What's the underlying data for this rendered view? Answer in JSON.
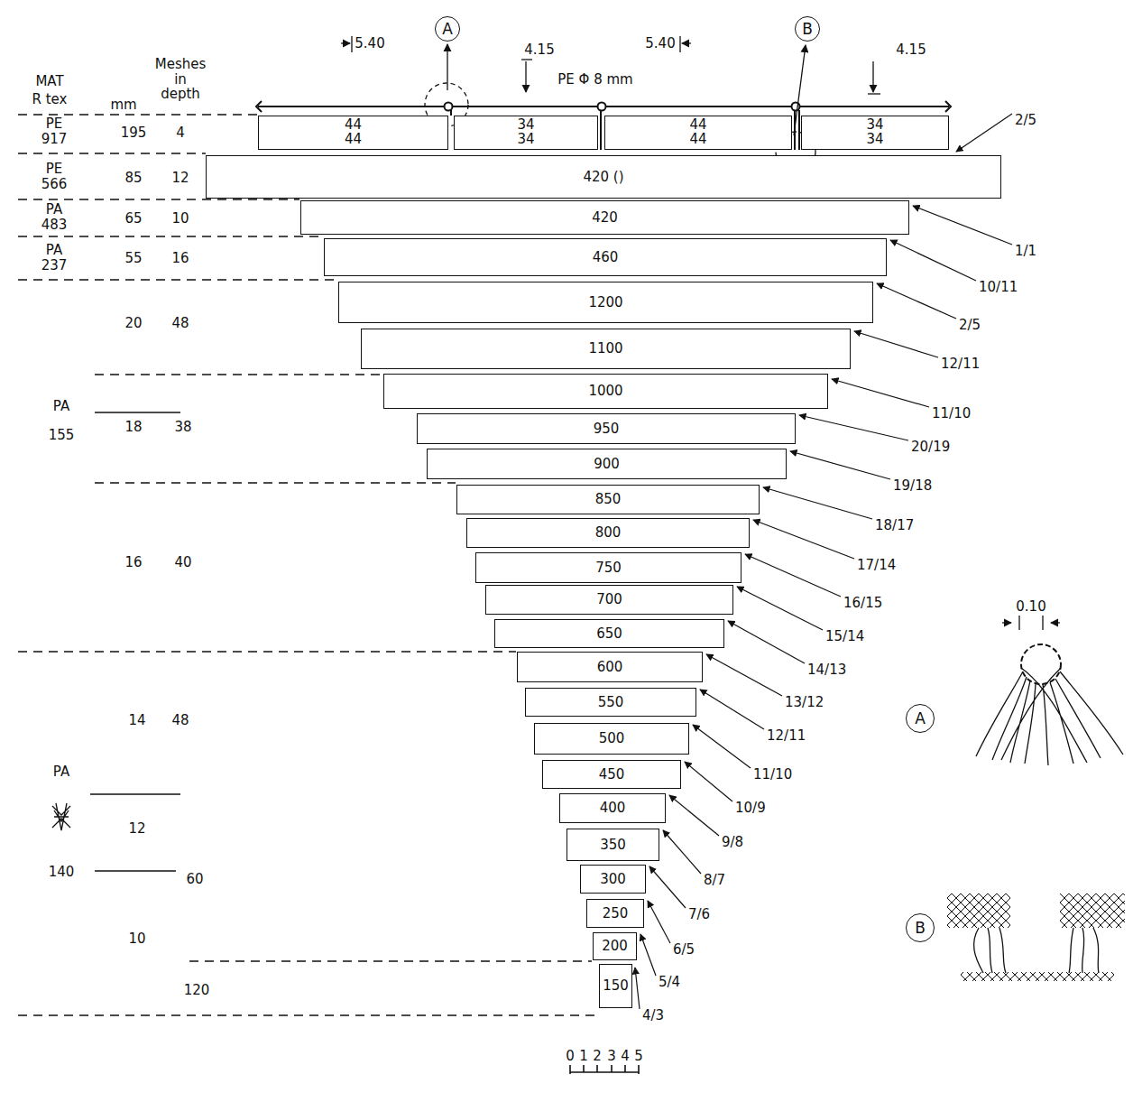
{
  "diagram": {
    "nodes": [
      {
        "text": [
          "A"
        ]
      },
      {
        "text": [
          "B"
        ]
      },
      {
        "text": [
          "44 44"
        ]
      },
      {
        "text": [
          "34 34"
        ]
      },
      {
        "text": [
          "44 44"
        ]
      },
      {
        "text": [
          "34 34"
        ]
      },
      {
        "text": [
          "420 ()"
        ]
      },
      {
        "text": [
          "420"
        ]
      },
      {
        "text": [
          "460"
        ]
      },
      {
        "text": [
          "1200"
        ]
      },
      {
        "text": [
          "1100"
        ]
      },
      {
        "text": [
          "1000"
        ]
      },
      {
        "text": [
          "950"
        ]
      },
      {
        "text": [
          "900"
        ]
      },
      {
        "text": [
          "850"
        ]
      },
      {
        "text": [
          "800"
        ]
      },
      {
        "text": [
          "750"
        ]
      },
      {
        "text": [
          "700"
        ]
      },
      {
        "text": [
          "650"
        ]
      },
      {
        "text": [
          "600"
        ]
      },
      {
        "text": [
          "550"
        ]
      },
      {
        "text": [
          "500"
        ]
      },
      {
        "text": [
          "450"
        ]
      },
      {
        "text": [
          "400"
        ]
      },
      {
        "text": [
          "350"
        ]
      },
      {
        "text": [
          "300"
        ]
      },
      {
        "text": [
          "250"
        ]
      },
      {
        "text": [
          "200"
        ]
      },
      {
        "text": [
          "150"
        ]
      },
      {
        "text": [
          "A"
        ]
      },
      {
        "text": [
          "B"
        ]
      }
    ],
    "labels": [
      "MAT",
      "R tex",
      "mm",
      "Meshes in depth",
      "PE 917",
      "195",
      "4",
      "PE 566",
      "85",
      "12",
      "PA 483",
      "65",
      "10",
      "PA 237",
      "55",
      "16",
      "20",
      "48",
      "PA",
      "155",
      "18",
      "38",
      "16",
      "40",
      "14",
      "48",
      "PA",
      "12",
      "140",
      "60",
      "10",
      "120",
      "5.40",
      "4.15",
      "5.40",
      "4.15",
      "PE Φ 8 mm",
      "2/5",
      "1/1",
      "10/11",
      "2/5",
      "12/11",
      "11/10",
      "20/19",
      "19/18",
      "18/17",
      "17/14",
      "16/15",
      "15/14",
      "14/13",
      "13/12",
      "12/11",
      "11/10",
      "10/9",
      "9/8",
      "8/7",
      "7/6",
      "6/5",
      "5/4",
      "4/3",
      "0.10",
      "0",
      "1",
      "2",
      "3",
      "4",
      "5"
    ]
  }
}
